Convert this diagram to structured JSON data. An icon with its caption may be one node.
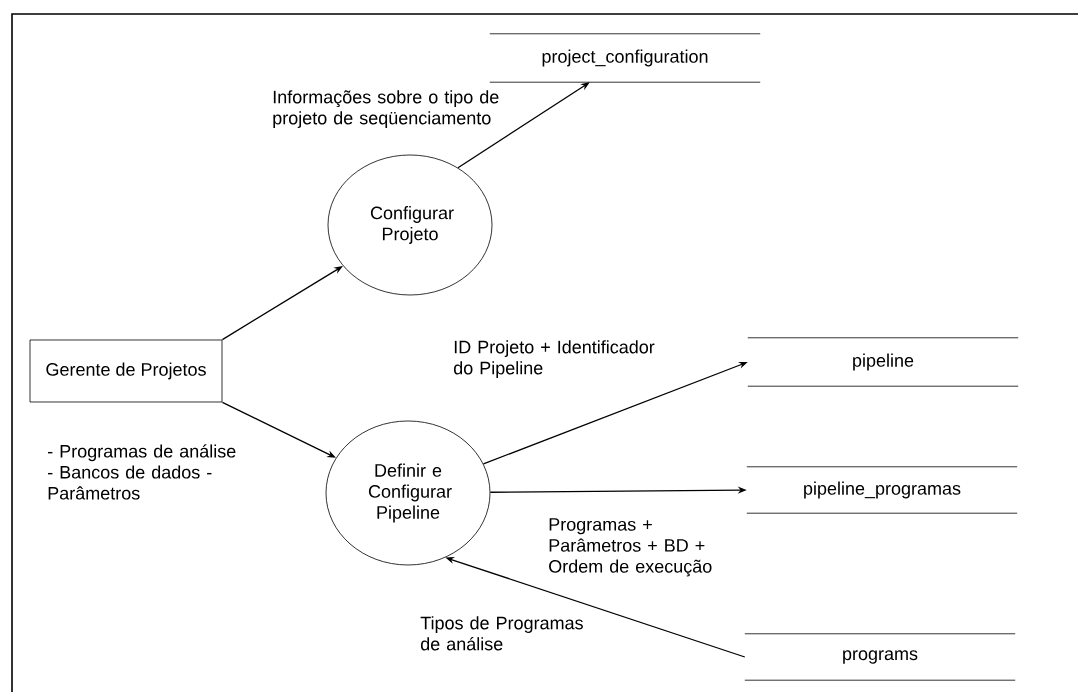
{
  "diagram": {
    "nodes": [
      {
        "text": [
          "Gerente de Projetos"
        ]
      },
      {
        "text": [
          "Configurar Projeto"
        ]
      },
      {
        "text": [
          "Definir e Configurar Pipeline"
        ]
      },
      {
        "text": [
          "project_configuration"
        ]
      },
      {
        "text": [
          "pipeline"
        ]
      },
      {
        "text": [
          "pipeline_programas"
        ]
      },
      {
        "text": [
          "programs"
        ]
      }
    ],
    "edges": [
      {
        "from": 0,
        "to": 1,
        "arrow": "to"
      },
      {
        "from": 1,
        "to": 3,
        "arrow": "to",
        "label": "Informações sobre o tipo de projeto de seqüenciamento"
      },
      {
        "from": 0,
        "to": 2,
        "arrow": "to",
        "label": "- Programas de análise - Bancos de dados - Parâmetros"
      },
      {
        "from": 2,
        "to": 4,
        "arrow": "to",
        "label": "ID Projeto + Identificador do Pipeline"
      },
      {
        "from": 2,
        "to": 5,
        "arrow": "to",
        "label": "Programas + Parâmetros + BD + Ordem de execução"
      },
      {
        "from": 6,
        "to": 2,
        "arrow": "to",
        "label": "Tipos de Programas de análise"
      }
    ]
  }
}
